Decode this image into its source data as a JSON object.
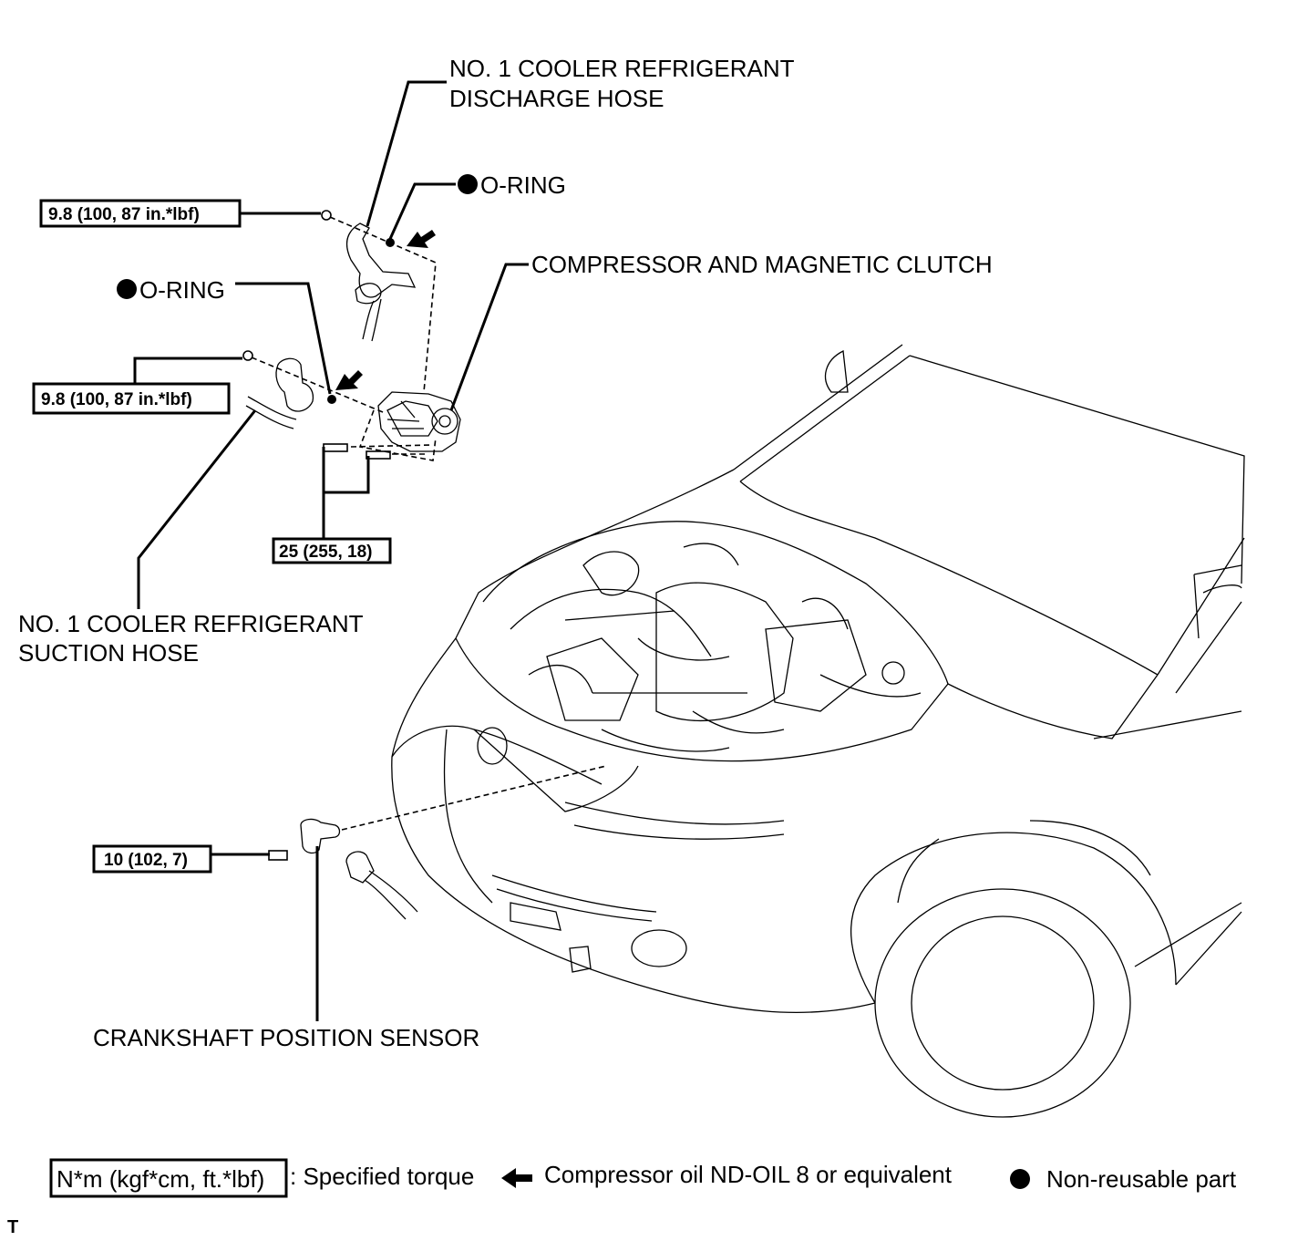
{
  "labels": {
    "discharge_hose_line1": "NO. 1 COOLER REFRIGERANT",
    "discharge_hose_line2": "DISCHARGE HOSE",
    "o_ring_upper": "O-RING",
    "o_ring_lower": "O-RING",
    "compressor": "COMPRESSOR AND MAGNETIC CLUTCH",
    "suction_hose_line1": "NO. 1 COOLER REFRIGERANT",
    "suction_hose_line2": "SUCTION HOSE",
    "crankshaft_sensor": "CRANKSHAFT POSITION SENSOR"
  },
  "torques": {
    "discharge_bolt": "9.8 (100, 87 in.*lbf)",
    "suction_bolt": "9.8 (100, 87 in.*lbf)",
    "compressor_bolts": "25 (255, 18)",
    "sensor_bolt": "10 (102, 7)"
  },
  "legend": {
    "torque_box": "N*m (kgf*cm, ft.*lbf)",
    "torque_text": ": Specified torque",
    "oil_text": "Compressor oil ND-OIL 8 or equivalent",
    "nonreusable_text": "Non-reusable part"
  },
  "corner_mark": "T"
}
